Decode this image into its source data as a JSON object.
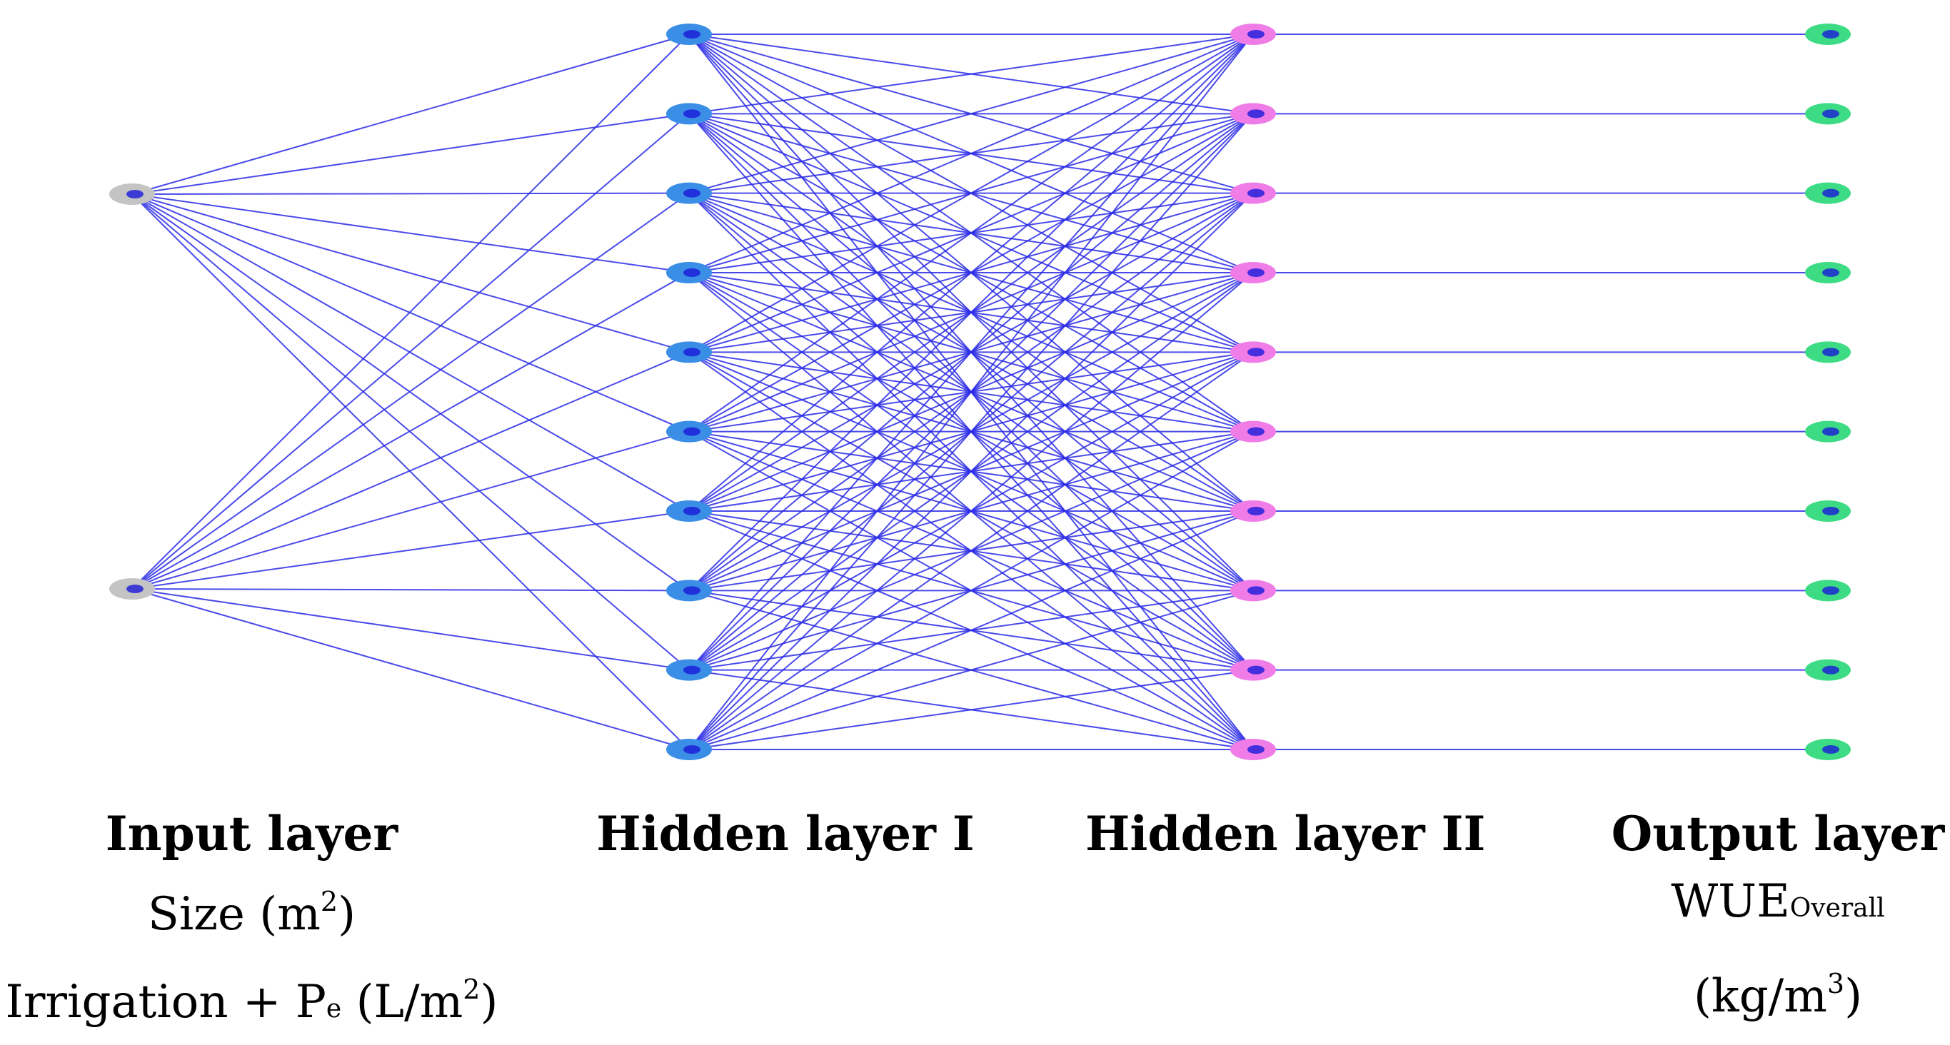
{
  "colors": {
    "connection": "#2a2ae6",
    "input_node": "#c4c4c4",
    "hidden1_node": "#3a8ee6",
    "hidden2_node": "#f07ce8",
    "output_node": "#3ddc84",
    "node_center": "#1a1ad8"
  },
  "layers": [
    {
      "name": "input",
      "nodes": 2,
      "color_key": "input_node"
    },
    {
      "name": "hidden1",
      "nodes": 10,
      "color_key": "hidden1_node"
    },
    {
      "name": "hidden2",
      "nodes": 10,
      "color_key": "hidden2_node"
    },
    {
      "name": "output",
      "nodes": 10,
      "color_key": "output_node"
    }
  ],
  "connections": [
    {
      "from": "input",
      "to": "hidden1",
      "pattern": "full"
    },
    {
      "from": "hidden1",
      "to": "hidden2",
      "pattern": "full"
    },
    {
      "from": "hidden2",
      "to": "output",
      "pattern": "one-to-one"
    }
  ],
  "labels": {
    "input": {
      "title": "Input layer",
      "line1_main": "Size (m",
      "line1_sup": "2",
      "line1_end": ")",
      "line2_main": "Irrigation + P",
      "line2_sub": "e",
      "line2_mid": " (L/m",
      "line2_sup": "2",
      "line2_end": ")"
    },
    "hidden1": {
      "title": "Hidden layer I"
    },
    "hidden2": {
      "title": "Hidden layer II"
    },
    "output": {
      "title": "Output layer",
      "line1_main": "WUE",
      "line1_sub": "Overall",
      "line2_main": "(kg/m",
      "line2_sup": "3",
      "line2_end": ")"
    }
  }
}
